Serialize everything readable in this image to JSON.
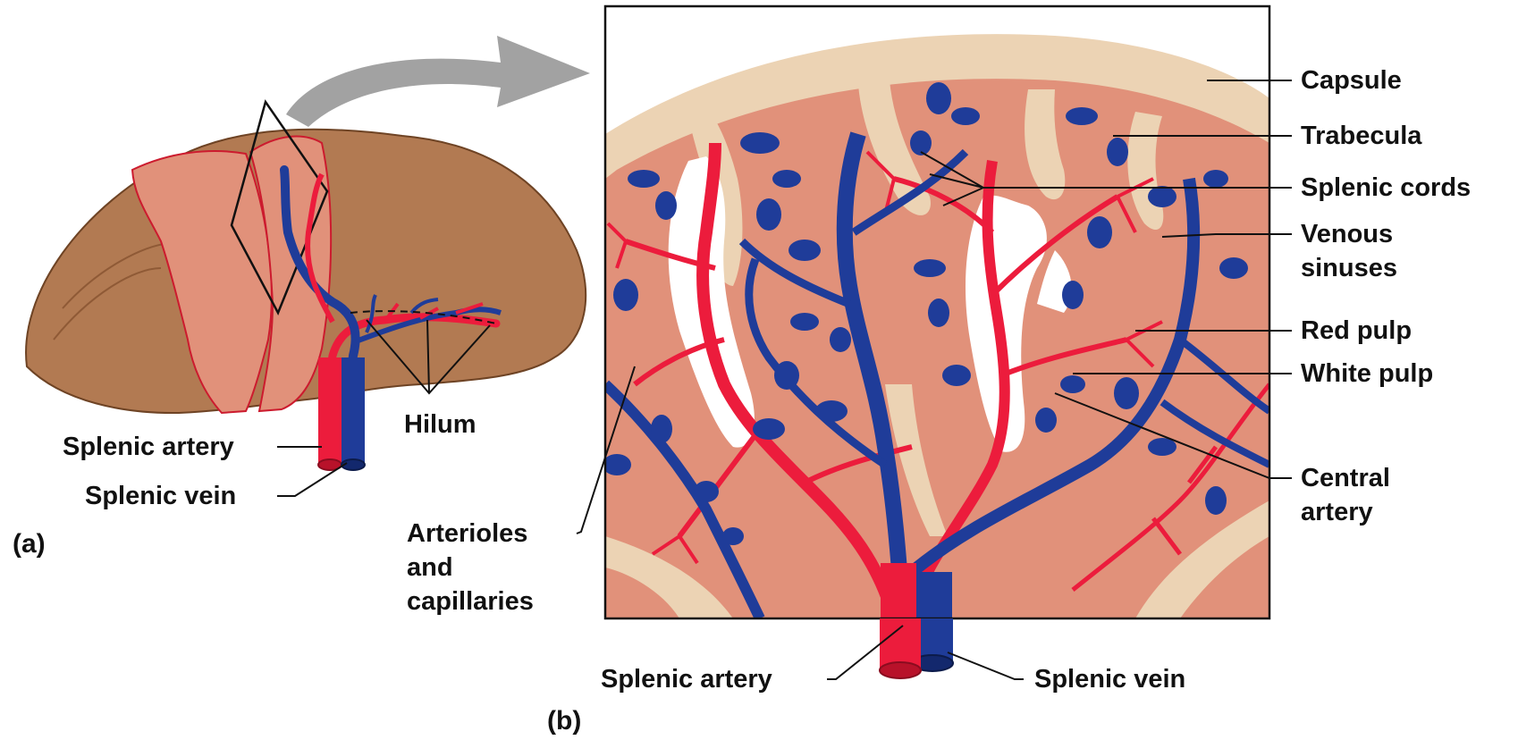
{
  "panel_a": {
    "tag": "(a)",
    "labels": {
      "hilum": "Hilum",
      "splenic_artery": "Splenic artery",
      "splenic_vein": "Splenic vein"
    }
  },
  "panel_b": {
    "tag": "(b)",
    "labels": {
      "capsule": "Capsule",
      "trabecula": "Trabecula",
      "splenic_cords": "Splenic cords",
      "venous_sinuses_1": "Venous",
      "venous_sinuses_2": "sinuses",
      "red_pulp": "Red pulp",
      "white_pulp": "White pulp",
      "central_artery_1": "Central",
      "central_artery_2": "artery",
      "arterioles_1": "Arterioles",
      "arterioles_2": "and",
      "arterioles_3": "capillaries",
      "splenic_artery": "Splenic artery",
      "splenic_vein": "Splenic vein"
    }
  },
  "colors": {
    "spleen_brown": "#b27a52",
    "pulp_red": "#e1917a",
    "capsule_tan": "#ecd3b4",
    "artery_red": "#ec1c3c",
    "vein_blue": "#1f3c99",
    "arrow_gray": "#a2a2a2"
  }
}
